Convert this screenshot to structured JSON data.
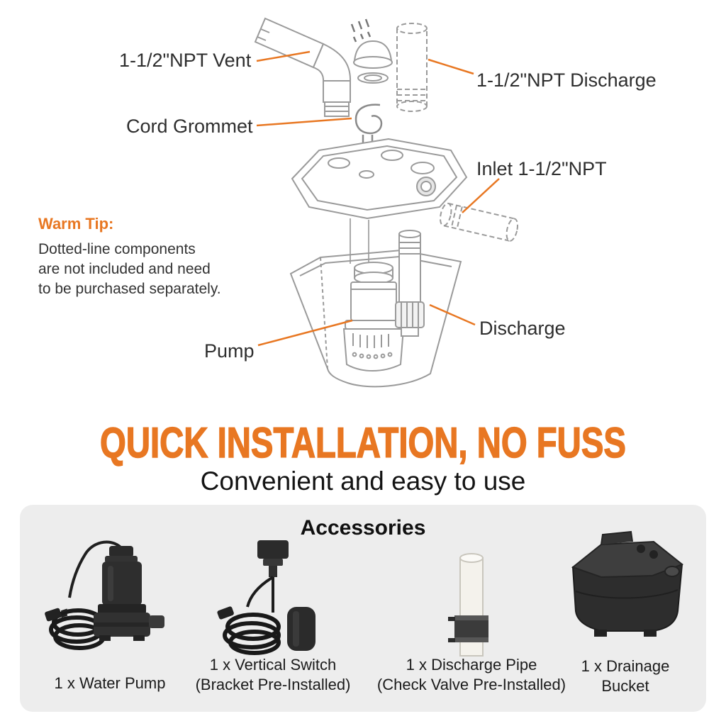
{
  "accent_color": "#E87722",
  "diagram": {
    "labels": {
      "vent": "1-1/2\"NPT Vent",
      "discharge_top": "1-1/2\"NPT Discharge",
      "cord_grommet": "Cord Grommet",
      "inlet": "Inlet 1-1/2\"NPT",
      "pump": "Pump",
      "discharge": "Discharge"
    },
    "warm_tip": {
      "title": "Warm Tip:",
      "line1": "Dotted-line components",
      "line2": "are not included and need",
      "line3": "to be purchased separately."
    }
  },
  "headline": "QUICK INSTALLATION, NO FUSS",
  "subtitle": "Convenient and easy to use",
  "accessories": {
    "title": "Accessories",
    "items": [
      {
        "id": "water-pump",
        "caption1": "1 x Water Pump",
        "caption2": ""
      },
      {
        "id": "vertical-switch",
        "caption1": "1 x Vertical Switch",
        "caption2": "(Bracket Pre-Installed)"
      },
      {
        "id": "discharge-pipe",
        "caption1": "1 x Discharge Pipe",
        "caption2": "(Check Valve Pre-Installed)"
      },
      {
        "id": "drainage-bucket",
        "caption1": "1 x Drainage",
        "caption2": "Bucket"
      }
    ]
  }
}
